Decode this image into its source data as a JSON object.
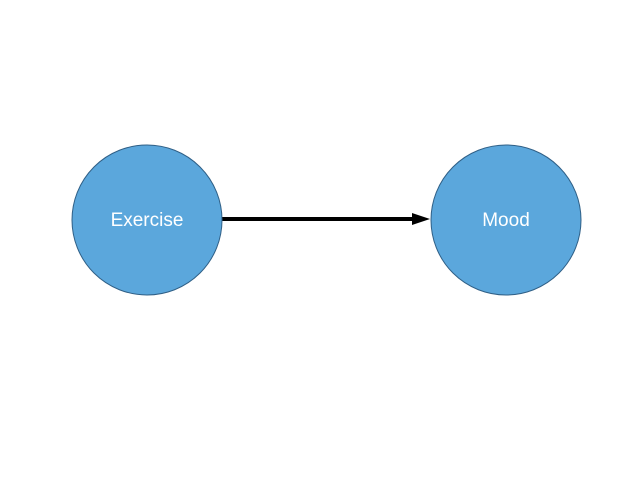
{
  "diagram": {
    "nodes": [
      {
        "id": "exercise",
        "label": "Exercise"
      },
      {
        "id": "mood",
        "label": "Mood"
      }
    ],
    "edges": [
      {
        "from": "exercise",
        "to": "mood",
        "directed": true
      }
    ],
    "colors": {
      "node_fill": "#5ba7dc",
      "node_stroke": "#2f5f86",
      "edge": "#000000",
      "label": "#ffffff",
      "background": "#ffffff"
    }
  }
}
